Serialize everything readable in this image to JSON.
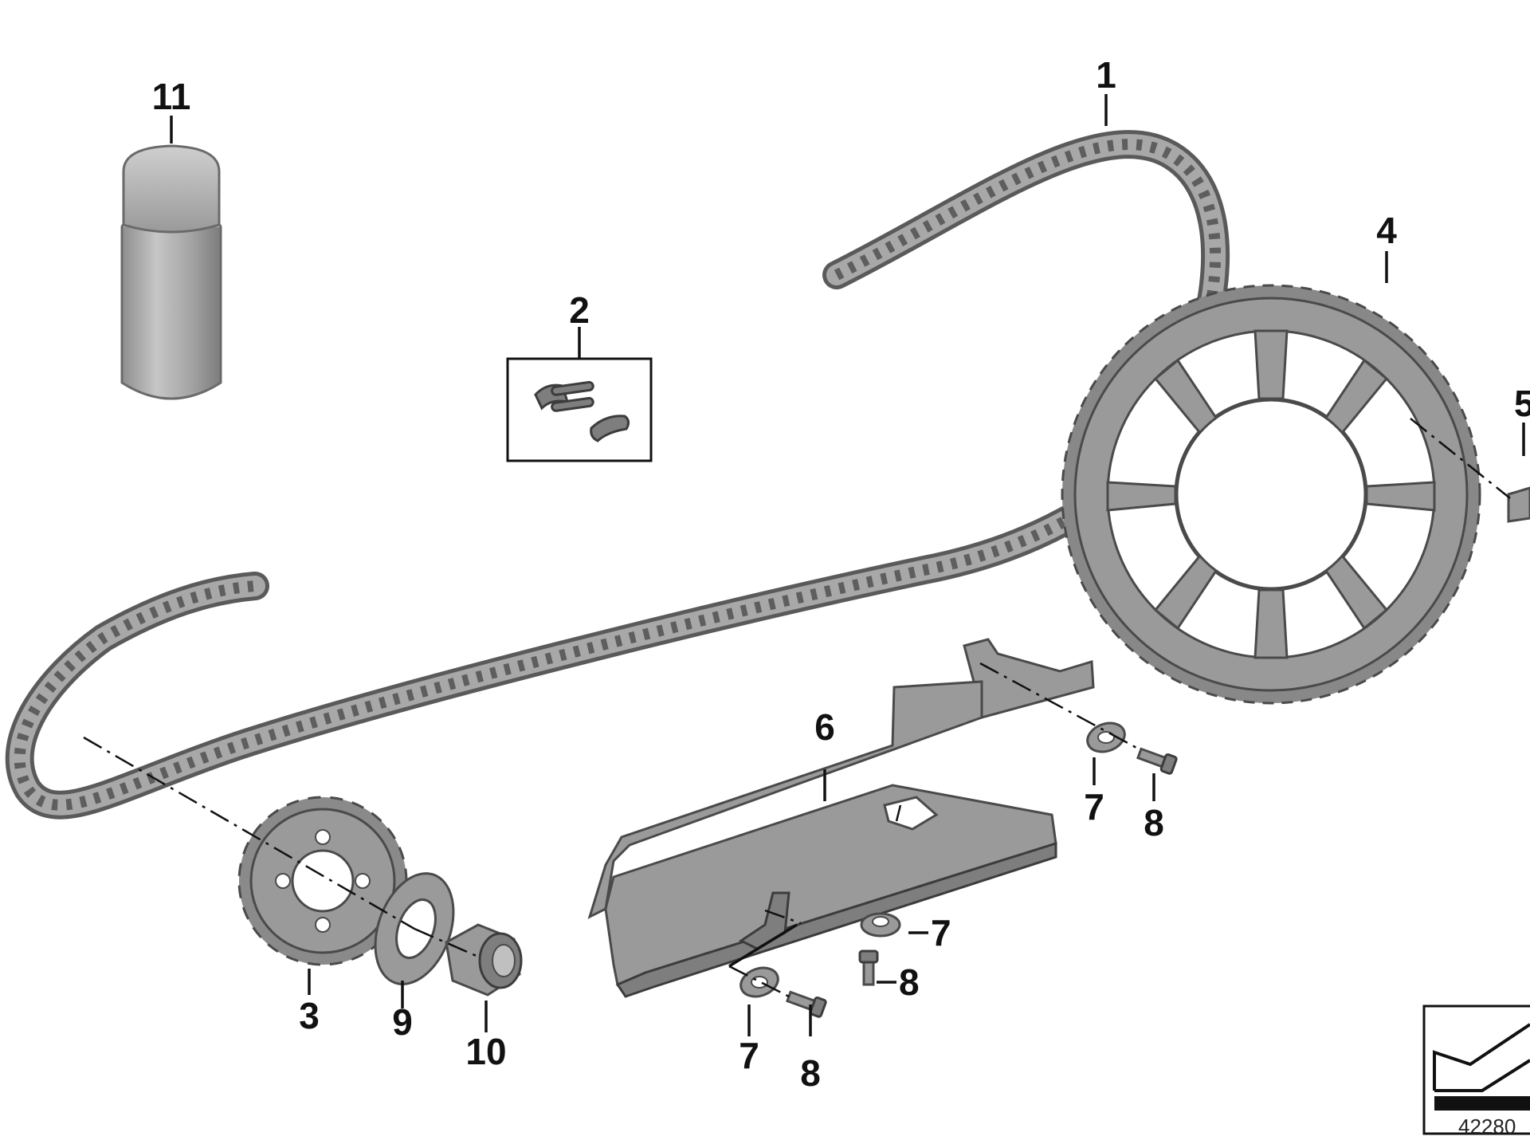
{
  "diagram": {
    "callouts": {
      "c1": "1",
      "c2": "2",
      "c3": "3",
      "c4": "4",
      "c5": "5",
      "c6": "6",
      "c7a": "7",
      "c7b": "7",
      "c7c": "7",
      "c8a": "8",
      "c8b": "8",
      "c8c": "8",
      "c9": "9",
      "c10": "10",
      "c11": "11"
    },
    "document_id": "42280",
    "colors": {
      "part_fill": "#9a9a9a",
      "part_edge": "#4a4a4a",
      "line": "#111111",
      "background": "#ffffff"
    },
    "icons": [
      "chain-icon",
      "sprocket-icon",
      "can-icon",
      "chain-guide-icon",
      "bolt-icon",
      "washer-icon",
      "nut-icon",
      "link-kit-icon",
      "arrow-corner-icon"
    ]
  }
}
